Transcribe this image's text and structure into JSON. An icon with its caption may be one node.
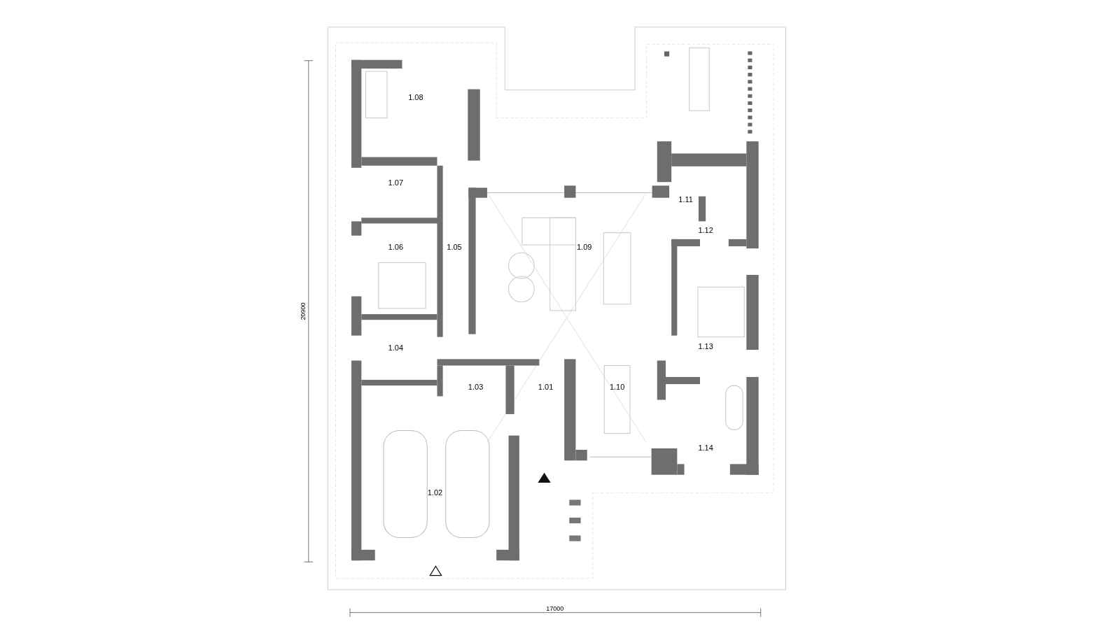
{
  "diagram": {
    "labels": [
      "1.08",
      "1.07",
      "1.11",
      "1.12",
      "1.06",
      "1.05",
      "1.09",
      "1.04",
      "1.13",
      "1.03",
      "1.01",
      "1.10",
      "1.14",
      "1.02",
      "20900",
      "17000"
    ]
  }
}
